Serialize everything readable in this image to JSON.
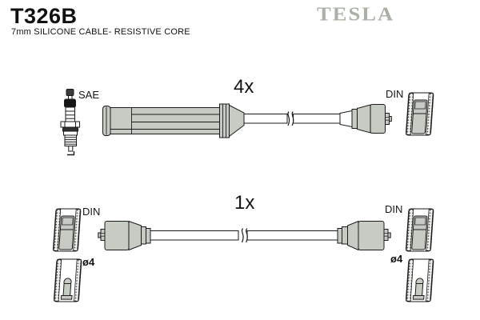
{
  "header": {
    "part_number": "T326B",
    "subtitle": "7mm SILICONE CABLE- RESISTIVE CORE",
    "brand_logo": "TESLA"
  },
  "colors": {
    "brand": "#a9b1a4",
    "connector_gray": "#c6cbc3",
    "outline": "#1b1b1b"
  },
  "assemblies": [
    {
      "name": "spark-plug-cable",
      "quantity": "4x",
      "left_connector_standard": "SAE",
      "right_connector_standard": "DIN",
      "left_icon": "spark-plug-icon",
      "right_icon": "din-socket-cross-section-icon"
    },
    {
      "name": "coil-cable",
      "quantity": "1x",
      "left_connector_standard": "DIN",
      "right_connector_standard": "DIN",
      "left_terminal_diameter": "ø4",
      "right_terminal_diameter": "ø4",
      "left_icon": "din-socket-cross-section-icon",
      "right_icon": "din-socket-cross-section-icon"
    }
  ]
}
